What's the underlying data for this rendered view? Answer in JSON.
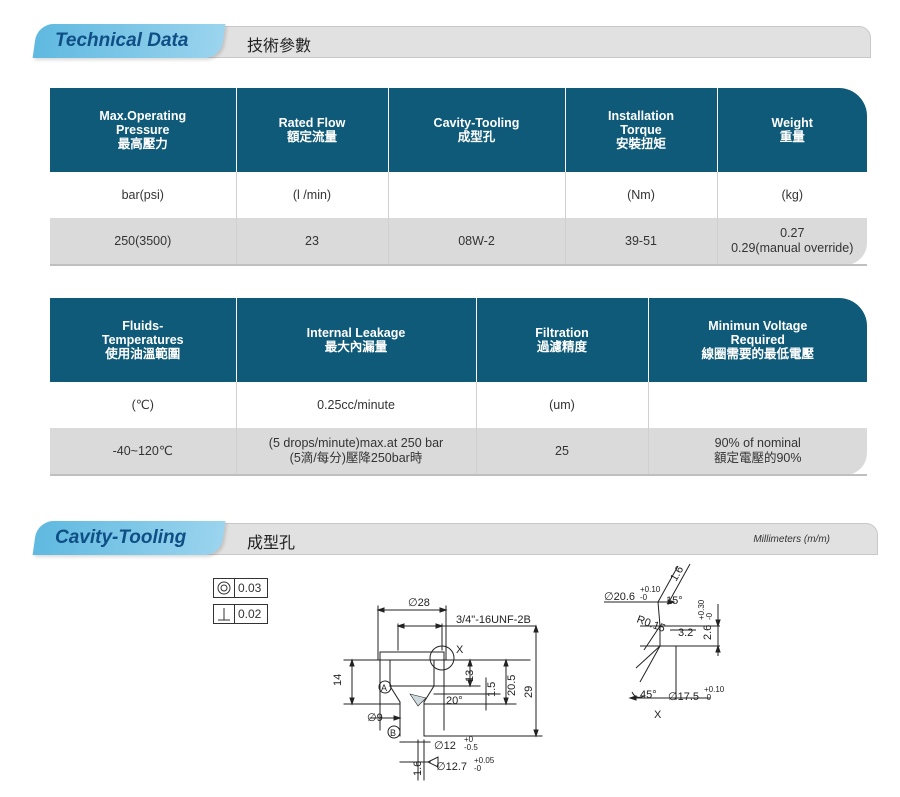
{
  "technical_section": {
    "title_en": "Technical Data",
    "title_cn": "技術參數"
  },
  "table1": {
    "headers": [
      [
        "Max.Operating",
        "Pressure",
        "最高壓力"
      ],
      [
        "Rated Flow",
        "額定流量"
      ],
      [
        "Cavity-Tooling",
        "成型孔"
      ],
      [
        "Installation",
        "Torque",
        "安裝扭矩"
      ],
      [
        "Weight",
        "重量"
      ]
    ],
    "units": [
      "bar(psi)",
      "(l /min)",
      "",
      "(Nm)",
      "(kg)"
    ],
    "values": [
      "250(3500)",
      "23",
      "08W-2",
      "39-51",
      ""
    ],
    "weight_lines": [
      "0.27",
      "0.29(manual override)"
    ]
  },
  "table2": {
    "headers": [
      [
        "Fluids-",
        "Temperatures",
        "使用油溫範圍"
      ],
      [
        "Internal Leakage",
        "最大內漏量"
      ],
      [
        "Filtration",
        "過濾精度"
      ],
      [
        "Minimun Voltage",
        "Required",
        "線圈需要的最低電壓"
      ]
    ],
    "units": [
      "(℃)",
      "0.25cc/minute",
      "(um)",
      ""
    ],
    "values": [
      "-40~120℃",
      "",
      "25",
      ""
    ],
    "leakage_lines": [
      "(5 drops/minute)max.at 250 bar",
      "(5滴/每分)壓降250bar時"
    ],
    "voltage_lines": [
      "90% of nominal",
      "額定電壓的90%"
    ]
  },
  "cavity_section": {
    "title_en": "Cavity-Tooling",
    "title_cn": "成型孔",
    "unit_note": "Millimeters (m/m)"
  },
  "tolerances": {
    "concentricity": "0.03",
    "perpendicularity": "0.02"
  },
  "drawing": {
    "dia28": "∅28",
    "thread": "3/4\"-16UNF-2B",
    "dim14": "14",
    "dim13": "13",
    "dim15": "1.5",
    "dim205": "20.5",
    "dim29": "29",
    "angle20": "20°",
    "dia9": "∅9",
    "label_a": "A",
    "label_b": "B",
    "label_x": "X",
    "dia12": "∅12",
    "dia12_tol_up": "+0",
    "dia12_tol_dn": "-0.5",
    "dia127": "∅12.7",
    "dia127_tol_up": "+0.05",
    "dia127_tol_dn": "-0",
    "dim16": "1.6"
  },
  "detail": {
    "dim16": "1.6",
    "dia206": "∅20.6",
    "dia206_tol_up": "+0.10",
    "dia206_tol_dn": "-0",
    "angle15": "15°",
    "r015": "R0.15",
    "dim32": "3.2",
    "dim26": "2.6",
    "dim26_tol_up": "+0.30",
    "dim26_tol_dn": "-0",
    "angle45": "45°",
    "dia175": "∅17.5",
    "dia175_tol_up": "+0.10",
    "dia175_tol_dn": "-0",
    "label_x": "X"
  }
}
